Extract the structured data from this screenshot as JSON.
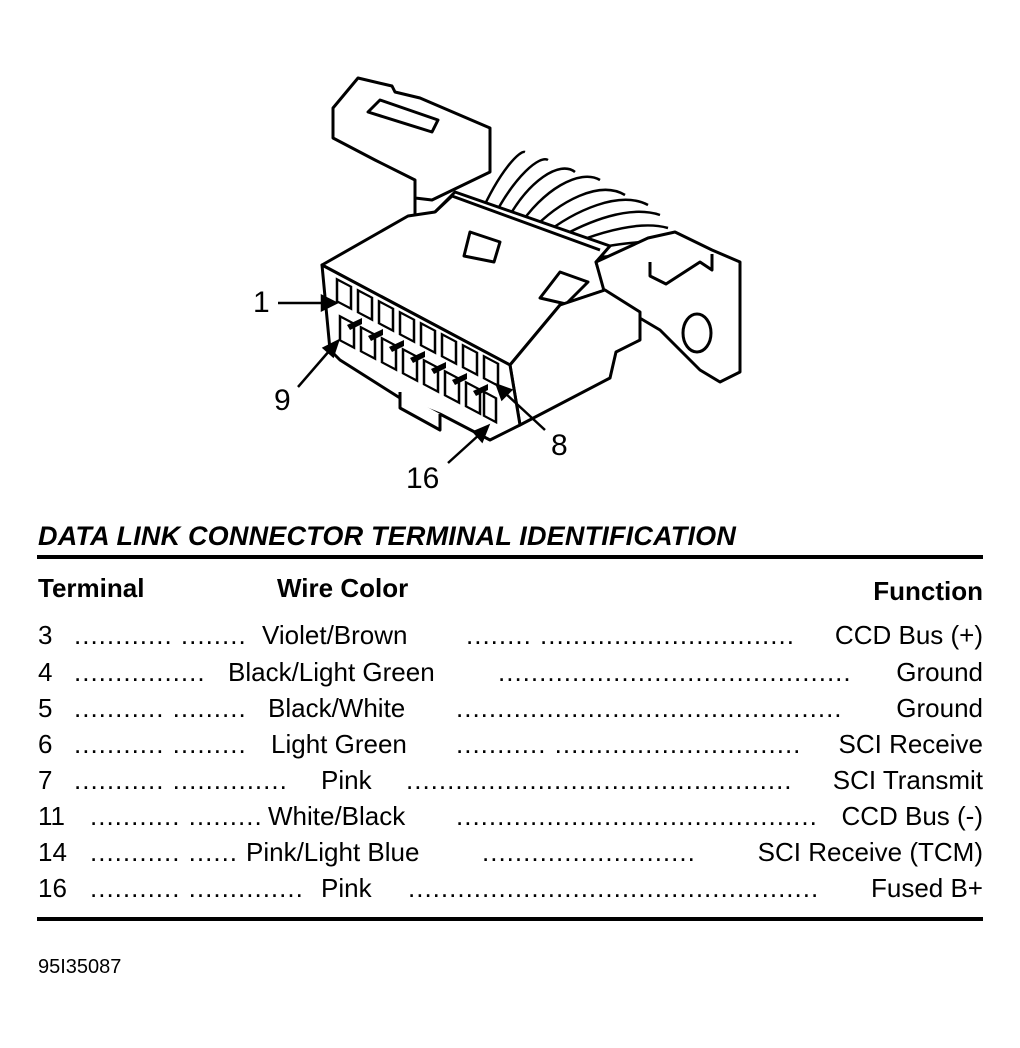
{
  "callouts": {
    "pin_1": "1",
    "pin_9": "9",
    "pin_8": "8",
    "pin_16": "16"
  },
  "table": {
    "title": "DATA LINK CONNECTOR TERMINAL IDENTIFICATION",
    "headers": {
      "terminal": "Terminal",
      "wire_color": "Wire Color",
      "function": "Function"
    },
    "rows": [
      {
        "terminal": "3",
        "dots1": "............ ........",
        "wire": "Violet/Brown",
        "dots2": "........ ...............................",
        "function": "CCD Bus (+)"
      },
      {
        "terminal": "4",
        "dots1": "................",
        "wire": "Black/Light Green",
        "dots2": "...........................................",
        "function": "Ground"
      },
      {
        "terminal": "5",
        "dots1": "........... .........",
        "wire": "Black/White",
        "dots2": "...............................................",
        "function": "Ground"
      },
      {
        "terminal": "6",
        "dots1": "........... .........",
        "wire": "Light Green",
        "dots2": "........... ..............................",
        "function": "SCI Receive"
      },
      {
        "terminal": "7",
        "dots1": "........... ..............",
        "wire": "Pink",
        "dots2": "...............................................",
        "function": "SCI Transmit"
      },
      {
        "terminal": "11",
        "dots1": "........... .........",
        "wire": "White/Black",
        "dots2": "............................................",
        "function": "CCD Bus (-)"
      },
      {
        "terminal": "14",
        "dots1": "........... ......",
        "wire": "Pink/Light Blue",
        "dots2": "..........................",
        "function": "SCI Receive (TCM)"
      },
      {
        "terminal": "16",
        "dots1": "........... ..............",
        "wire": "Pink",
        "dots2": "..................................................",
        "function": "Fused B+"
      }
    ]
  },
  "figure_id": "95I35087"
}
